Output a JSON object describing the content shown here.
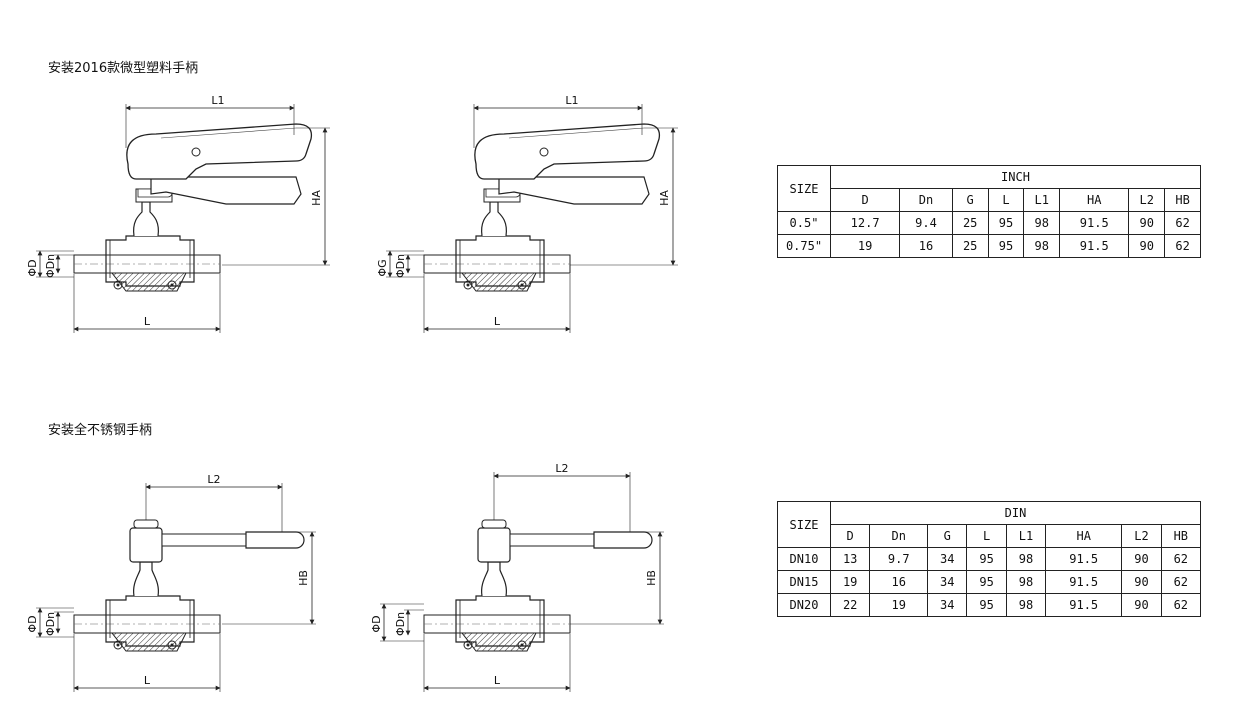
{
  "captions": {
    "plastic": "安装2016款微型塑料手柄",
    "steel": "安装全不锈钢手柄"
  },
  "dims": {
    "L": "L",
    "L1": "L1",
    "L2": "L2",
    "HA": "HA",
    "HB": "HB",
    "D": "ΦD",
    "Dn": "ΦDn",
    "G": "ΦG"
  },
  "inch_table": {
    "size_label": "SIZE",
    "group_label": "INCH",
    "headers": [
      "D",
      "Dn",
      "G",
      "L",
      "L1",
      "HA",
      "L2",
      "HB"
    ],
    "rows": [
      [
        "0.5\"",
        "12.7",
        "9.4",
        "25",
        "95",
        "98",
        "91.5",
        "90",
        "62"
      ],
      [
        "0.75\"",
        "19",
        "16",
        "25",
        "95",
        "98",
        "91.5",
        "90",
        "62"
      ]
    ]
  },
  "din_table": {
    "size_label": "SIZE",
    "group_label": "DIN",
    "headers": [
      "D",
      "Dn",
      "G",
      "L",
      "L1",
      "HA",
      "L2",
      "HB"
    ],
    "rows": [
      [
        "DN10",
        "13",
        "9.7",
        "34",
        "95",
        "98",
        "91.5",
        "90",
        "62"
      ],
      [
        "DN15",
        "19",
        "16",
        "34",
        "95",
        "98",
        "91.5",
        "90",
        "62"
      ],
      [
        "DN20",
        "22",
        "19",
        "34",
        "95",
        "98",
        "91.5",
        "90",
        "62"
      ]
    ]
  }
}
